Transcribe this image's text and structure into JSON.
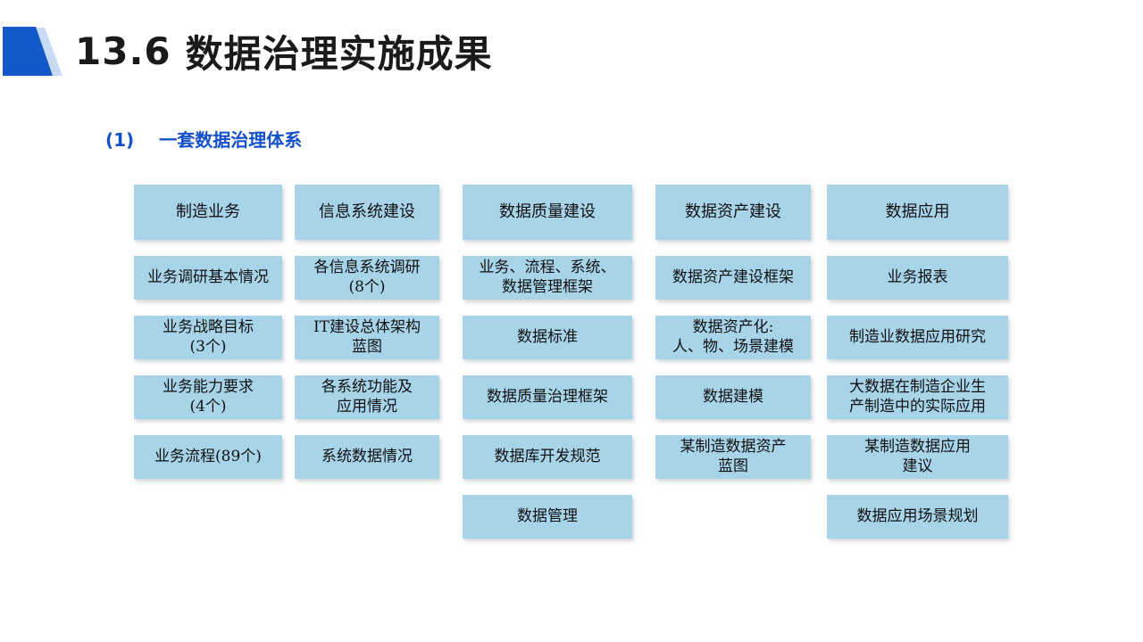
{
  "slide": {
    "title_number": "13.6",
    "title_text": "数据治理实施成果",
    "subtitle_number": "(1)",
    "subtitle_text": "一套数据治理体系"
  },
  "colors": {
    "accent_blue": "#1158c9",
    "accent_blue_light": "#c9daf4",
    "subtitle_blue": "#1350cb",
    "box_fill": "#a8d4ea"
  },
  "diagram": {
    "columns": [
      {
        "header": "制造业务",
        "items": [
          "业务调研基本情况",
          "业务战略目标\n(3个)",
          "业务能力要求\n(4个)",
          "业务流程(89个)"
        ]
      },
      {
        "header": "信息系统建设",
        "items": [
          "各信息系统调研\n(8个)",
          "IT建设总体架构\n蓝图",
          "各系统功能及\n应用情况",
          "系统数据情况"
        ]
      },
      {
        "header": "数据质量建设",
        "items": [
          "业务、流程、系统、\n数据管理框架",
          "数据标准",
          "数据质量治理框架",
          "数据库开发规范",
          "数据管理"
        ]
      },
      {
        "header": "数据资产建设",
        "items": [
          "数据资产建设框架",
          "数据资产化:\n人、物、场景建模",
          "数据建模",
          "某制造数据资产\n蓝图"
        ]
      },
      {
        "header": "数据应用",
        "items": [
          "业务报表",
          "制造业数据应用研究",
          "大数据在制造企业生\n产制造中的实际应用",
          "某制造数据应用\n建议",
          "数据应用场景规划"
        ]
      }
    ]
  }
}
